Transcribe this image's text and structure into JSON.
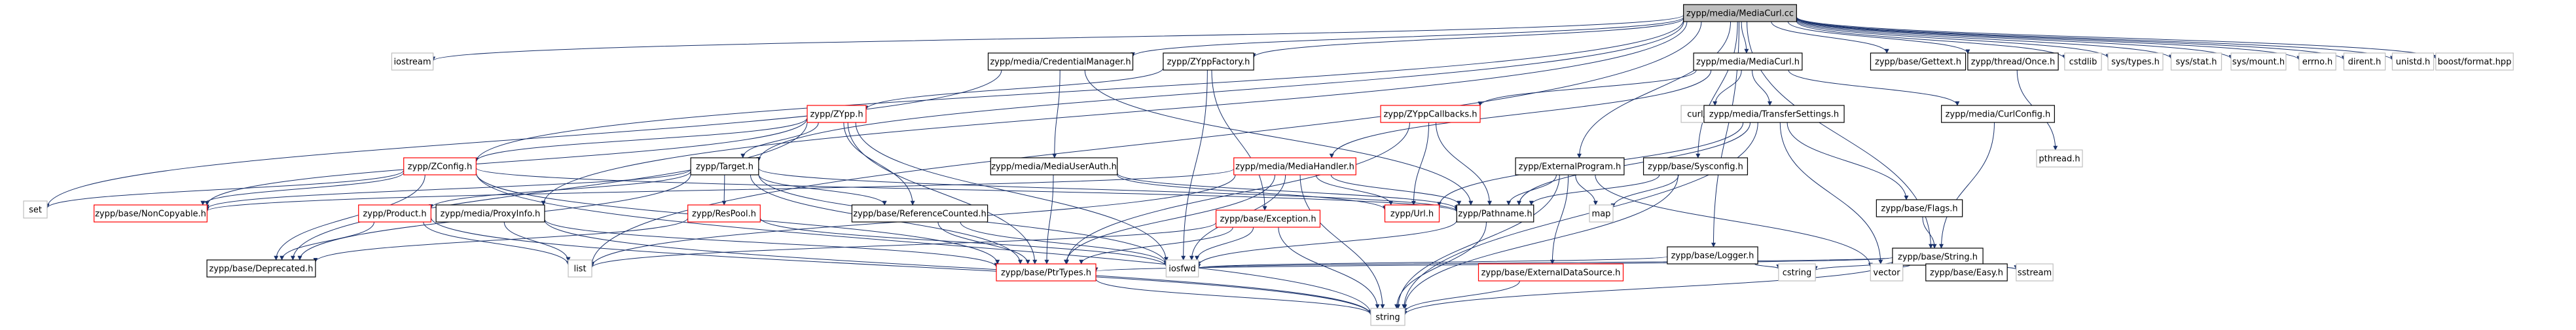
{
  "graph": {
    "nodes": [
      {
        "id": "root",
        "label": "zypp/media/MediaCurl.cc",
        "style": "root"
      },
      {
        "id": "iostream",
        "label": "iostream",
        "style": "system"
      },
      {
        "id": "zyppfactory",
        "label": "zypp/ZYppFactory.h",
        "style": "normal"
      },
      {
        "id": "credmgr",
        "label": "zypp/media/CredentialManager.h",
        "style": "normal"
      },
      {
        "id": "mediacurlh",
        "label": "zypp/media/MediaCurl.h",
        "style": "normal"
      },
      {
        "id": "gettext",
        "label": "zypp/base/Gettext.h",
        "style": "normal"
      },
      {
        "id": "once",
        "label": "zypp/thread/Once.h",
        "style": "normal"
      },
      {
        "id": "cstdlib",
        "label": "cstdlib",
        "style": "system"
      },
      {
        "id": "systypes",
        "label": "sys/types.h",
        "style": "system"
      },
      {
        "id": "sysstat",
        "label": "sys/stat.h",
        "style": "system"
      },
      {
        "id": "sysmount",
        "label": "sys/mount.h",
        "style": "system"
      },
      {
        "id": "errno",
        "label": "errno.h",
        "style": "system"
      },
      {
        "id": "dirent",
        "label": "dirent.h",
        "style": "system"
      },
      {
        "id": "unistd",
        "label": "unistd.h",
        "style": "system"
      },
      {
        "id": "boostformat",
        "label": "boost/format.hpp",
        "style": "system"
      },
      {
        "id": "zypph",
        "label": "zypp/ZYpp.h",
        "style": "red"
      },
      {
        "id": "zyppcallbacks",
        "label": "zypp/ZYppCallbacks.h",
        "style": "red"
      },
      {
        "id": "curlcurl",
        "label": "curl/curl.h",
        "style": "system"
      },
      {
        "id": "transfer",
        "label": "zypp/media/TransferSettings.h",
        "style": "normal"
      },
      {
        "id": "curlconfig",
        "label": "zypp/media/CurlConfig.h",
        "style": "normal"
      },
      {
        "id": "pthread",
        "label": "pthread.h",
        "style": "system"
      },
      {
        "id": "zconfig",
        "label": "zypp/ZConfig.h",
        "style": "red"
      },
      {
        "id": "target",
        "label": "zypp/Target.h",
        "style": "normal"
      },
      {
        "id": "mediauserauth",
        "label": "zypp/media/MediaUserAuth.h",
        "style": "normal"
      },
      {
        "id": "mediahandler",
        "label": "zypp/media/MediaHandler.h",
        "style": "red"
      },
      {
        "id": "externalprogram",
        "label": "zypp/ExternalProgram.h",
        "style": "normal"
      },
      {
        "id": "sysconfig",
        "label": "zypp/base/Sysconfig.h",
        "style": "normal"
      },
      {
        "id": "flags",
        "label": "zypp/base/Flags.h",
        "style": "normal"
      },
      {
        "id": "set",
        "label": "set",
        "style": "system"
      },
      {
        "id": "noncopyable",
        "label": "zypp/base/NonCopyable.h",
        "style": "red"
      },
      {
        "id": "product",
        "label": "zypp/Product.h",
        "style": "red"
      },
      {
        "id": "proxyinfo",
        "label": "zypp/media/ProxyInfo.h",
        "style": "normal"
      },
      {
        "id": "respool",
        "label": "zypp/ResPool.h",
        "style": "red"
      },
      {
        "id": "refcounted",
        "label": "zypp/base/ReferenceCounted.h",
        "style": "normal"
      },
      {
        "id": "exception",
        "label": "zypp/base/Exception.h",
        "style": "red"
      },
      {
        "id": "url",
        "label": "zypp/Url.h",
        "style": "red"
      },
      {
        "id": "pathname",
        "label": "zypp/Pathname.h",
        "style": "normal"
      },
      {
        "id": "map",
        "label": "map",
        "style": "system"
      },
      {
        "id": "logger",
        "label": "zypp/base/Logger.h",
        "style": "normal"
      },
      {
        "id": "stringh",
        "label": "zypp/base/String.h",
        "style": "normal"
      },
      {
        "id": "deprecated",
        "label": "zypp/base/Deprecated.h",
        "style": "normal"
      },
      {
        "id": "list",
        "label": "list",
        "style": "system"
      },
      {
        "id": "ptrtypes",
        "label": "zypp/base/PtrTypes.h",
        "style": "red"
      },
      {
        "id": "iosfwd",
        "label": "iosfwd",
        "style": "system"
      },
      {
        "id": "extdatasource",
        "label": "zypp/base/ExternalDataSource.h",
        "style": "red"
      },
      {
        "id": "cstring",
        "label": "cstring",
        "style": "system"
      },
      {
        "id": "vector",
        "label": "vector",
        "style": "system"
      },
      {
        "id": "easy",
        "label": "zypp/base/Easy.h",
        "style": "normal"
      },
      {
        "id": "sstream",
        "label": "sstream",
        "style": "system"
      },
      {
        "id": "string",
        "label": "string",
        "style": "system"
      }
    ],
    "edges": [
      [
        "root",
        "iostream"
      ],
      [
        "root",
        "zyppfactory"
      ],
      [
        "root",
        "credmgr"
      ],
      [
        "root",
        "mediacurlh"
      ],
      [
        "root",
        "gettext"
      ],
      [
        "root",
        "once"
      ],
      [
        "root",
        "cstdlib"
      ],
      [
        "root",
        "systypes"
      ],
      [
        "root",
        "sysstat"
      ],
      [
        "root",
        "sysmount"
      ],
      [
        "root",
        "errno"
      ],
      [
        "root",
        "dirent"
      ],
      [
        "root",
        "unistd"
      ],
      [
        "root",
        "boostformat"
      ],
      [
        "root",
        "zconfig"
      ],
      [
        "root",
        "target"
      ],
      [
        "root",
        "proxyinfo"
      ],
      [
        "root",
        "list"
      ],
      [
        "root",
        "externalprogram"
      ],
      [
        "root",
        "sysconfig"
      ],
      [
        "root",
        "logger"
      ],
      [
        "root",
        "stringh"
      ],
      [
        "zyppfactory",
        "zypph"
      ],
      [
        "zyppfactory",
        "exception"
      ],
      [
        "zyppfactory",
        "iosfwd"
      ],
      [
        "credmgr",
        "mediauserauth"
      ],
      [
        "credmgr",
        "pathname"
      ],
      [
        "credmgr",
        "set"
      ],
      [
        "mediacurlh",
        "zyppcallbacks"
      ],
      [
        "mediacurlh",
        "curlcurl"
      ],
      [
        "mediacurlh",
        "transfer"
      ],
      [
        "mediacurlh",
        "curlconfig"
      ],
      [
        "mediacurlh",
        "mediahandler"
      ],
      [
        "once",
        "pthread"
      ],
      [
        "zypph",
        "zconfig"
      ],
      [
        "zypph",
        "target"
      ],
      [
        "zypph",
        "noncopyable"
      ],
      [
        "zypph",
        "ptrtypes"
      ],
      [
        "zypph",
        "deprecated"
      ],
      [
        "zypph",
        "iosfwd"
      ],
      [
        "zypph",
        "refcounted"
      ],
      [
        "zyppcallbacks",
        "url"
      ],
      [
        "zyppcallbacks",
        "pathname"
      ],
      [
        "zyppcallbacks",
        "ptrtypes"
      ],
      [
        "transfer",
        "url"
      ],
      [
        "transfer",
        "pathname"
      ],
      [
        "transfer",
        "flags"
      ],
      [
        "transfer",
        "vector"
      ],
      [
        "transfer",
        "string"
      ],
      [
        "curlconfig",
        "stringh"
      ],
      [
        "zconfig",
        "noncopyable"
      ],
      [
        "zconfig",
        "ptrtypes"
      ],
      [
        "zconfig",
        "pathname"
      ],
      [
        "zconfig",
        "set"
      ],
      [
        "zconfig",
        "deprecated"
      ],
      [
        "zconfig",
        "string"
      ],
      [
        "target",
        "noncopyable"
      ],
      [
        "target",
        "product"
      ],
      [
        "target",
        "respool"
      ],
      [
        "target",
        "refcounted"
      ],
      [
        "target",
        "pathname"
      ],
      [
        "target",
        "iosfwd"
      ],
      [
        "target",
        "ptrtypes"
      ],
      [
        "target",
        "deprecated"
      ],
      [
        "mediauserauth",
        "url"
      ],
      [
        "mediauserauth",
        "ptrtypes"
      ],
      [
        "mediauserauth",
        "pathname"
      ],
      [
        "mediahandler",
        "url"
      ],
      [
        "mediahandler",
        "pathname"
      ],
      [
        "mediahandler",
        "ptrtypes"
      ],
      [
        "mediahandler",
        "string"
      ],
      [
        "mediahandler",
        "list"
      ],
      [
        "mediahandler",
        "iosfwd"
      ],
      [
        "mediahandler",
        "noncopyable"
      ],
      [
        "externalprogram",
        "pathname"
      ],
      [
        "externalprogram",
        "extdatasource"
      ],
      [
        "externalprogram",
        "map"
      ],
      [
        "externalprogram",
        "string"
      ],
      [
        "externalprogram",
        "vector"
      ],
      [
        "sysconfig",
        "map"
      ],
      [
        "sysconfig",
        "string"
      ],
      [
        "sysconfig",
        "pathname"
      ],
      [
        "flags",
        "stringh"
      ],
      [
        "product",
        "list"
      ],
      [
        "product",
        "deprecated"
      ],
      [
        "product",
        "string"
      ],
      [
        "proxyinfo",
        "list"
      ],
      [
        "proxyinfo",
        "ptrtypes"
      ],
      [
        "proxyinfo",
        "string"
      ],
      [
        "respool",
        "iosfwd"
      ],
      [
        "respool",
        "deprecated"
      ],
      [
        "refcounted",
        "iosfwd"
      ],
      [
        "refcounted",
        "ptrtypes"
      ],
      [
        "exception",
        "iosfwd"
      ],
      [
        "exception",
        "list"
      ],
      [
        "exception",
        "string"
      ],
      [
        "exception",
        "ptrtypes"
      ],
      [
        "pathname",
        "iosfwd"
      ],
      [
        "pathname",
        "string"
      ],
      [
        "logger",
        "iosfwd"
      ],
      [
        "logger",
        "cstring"
      ],
      [
        "stringh",
        "iosfwd"
      ],
      [
        "stringh",
        "vector"
      ],
      [
        "stringh",
        "string"
      ],
      [
        "stringh",
        "sstream"
      ],
      [
        "stringh",
        "easy"
      ],
      [
        "stringh",
        "cstring"
      ],
      [
        "stringh",
        "ptrtypes"
      ],
      [
        "ptrtypes",
        "string"
      ],
      [
        "extdatasource",
        "string"
      ]
    ]
  }
}
